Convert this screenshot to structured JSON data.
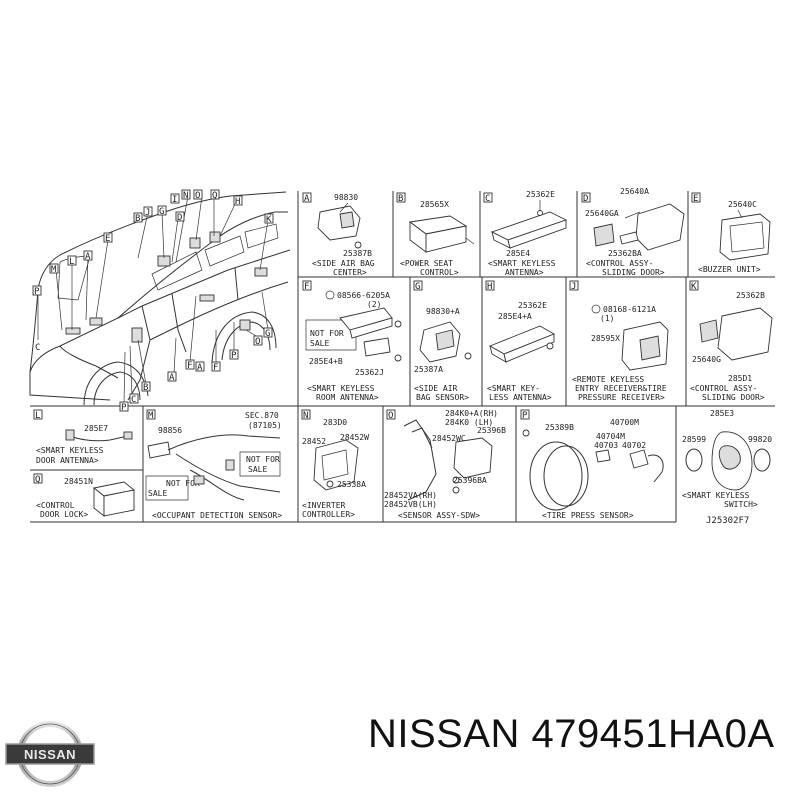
{
  "diagram": {
    "drawing_code": "J25302F7",
    "sec_ref": [
      "SEC.870",
      "(87105)"
    ],
    "car_callouts": [
      "N",
      "O",
      "Q",
      "H",
      "K",
      "I",
      "J",
      "E",
      "G",
      "A",
      "L",
      "B",
      "D",
      "M",
      "P",
      "F",
      "B",
      "C",
      "P",
      "O",
      "P",
      "A",
      "F",
      "A",
      "G",
      "C"
    ],
    "panels": {
      "A": {
        "letter": "A",
        "parts": [
          "98830",
          "25387B"
        ],
        "caption": [
          "<SIDE AIR BAG",
          "CENTER>"
        ]
      },
      "B": {
        "letter": "B",
        "parts": [
          "28565X"
        ],
        "caption": [
          "<POWER SEAT",
          "CONTROL>"
        ]
      },
      "C": {
        "letter": "C",
        "parts": [
          "25362E",
          "285E4"
        ],
        "caption": [
          "<SMART KEYLESS",
          "ANTENNA>"
        ]
      },
      "D": {
        "letter": "D",
        "parts": [
          "25640A",
          "25640GA",
          "25362BA"
        ],
        "caption": [
          "<CONTROL ASSY-",
          "SLIDING DOOR>"
        ]
      },
      "E": {
        "letter": "E",
        "parts": [
          "25640C"
        ],
        "caption": [
          "<BUZZER UNIT>"
        ]
      },
      "F": {
        "letter": "F",
        "parts": [
          "08566-6205A",
          "(2)",
          "NOT FOR",
          "SALE",
          "285E4+B",
          "25362J"
        ],
        "caption": [
          "<SMART KEYLESS",
          "ROOM ANTENNA>"
        ]
      },
      "G": {
        "letter": "G",
        "parts": [
          "98830+A",
          "25387A"
        ],
        "caption": [
          "<SIDE AIR",
          "BAG SENSOR>"
        ]
      },
      "H": {
        "letter": "H",
        "parts": [
          "25362E",
          "285E4+A"
        ],
        "caption": [
          "<SMART KEY-",
          "LESS ANTENNA>"
        ]
      },
      "J": {
        "letter": "J",
        "parts": [
          "08168-6121A",
          "(1)",
          "28595X"
        ],
        "caption": [
          "<REMOTE KEYLESS",
          "ENTRY RECEIVER&TIRE",
          "PRESSURE RECEIVER>"
        ]
      },
      "K": {
        "letter": "K",
        "parts": [
          "25362B",
          "25640G",
          "285D1"
        ],
        "caption": [
          "<CONTROL ASSY-",
          "SLIDING DOOR>"
        ]
      },
      "L": {
        "letter": "L",
        "parts": [
          "285E7"
        ],
        "caption": [
          "<SMART KEYLESS",
          "DOOR ANTENNA>"
        ]
      },
      "M": {
        "letter": "M",
        "parts": [
          "98856",
          "NOT FOR",
          "SALE",
          "NOT FOR",
          "SALE"
        ],
        "caption": [
          "<OCCUPANT DETECTION SENSOR>"
        ]
      },
      "N": {
        "letter": "N",
        "parts": [
          "283D0",
          "28452W",
          "28452",
          "25338A"
        ],
        "caption": [
          "<INVERTER",
          "CONTROLLER>"
        ]
      },
      "O": {
        "letter": "O",
        "parts": [
          "284K0+A(RH)",
          "284K0 (LH)",
          "25396B",
          "28452WC",
          "28452VA(RH)",
          "28452VB(LH)",
          "25396BA"
        ],
        "caption": [
          "<SENSOR ASSY-SDW>"
        ]
      },
      "P": {
        "letter": "P",
        "parts": [
          "25389B",
          "40700M",
          "40704M",
          "40703",
          "40702"
        ],
        "caption": [
          "<TIRE PRESS SENSOR>"
        ]
      },
      "Q": {
        "letter": "Q",
        "parts": [
          "28451N"
        ],
        "caption": [
          "<CONTROL",
          "DOOR LOCK>"
        ]
      },
      "R": {
        "letter": "",
        "parts": [
          "285E3",
          "28599",
          "99820"
        ],
        "caption": [
          "<SMART KEYLESS",
          "SWITCH>"
        ]
      }
    }
  },
  "brand": {
    "logo_text": "NISSAN",
    "title": "NISSAN 479451HA0A"
  }
}
